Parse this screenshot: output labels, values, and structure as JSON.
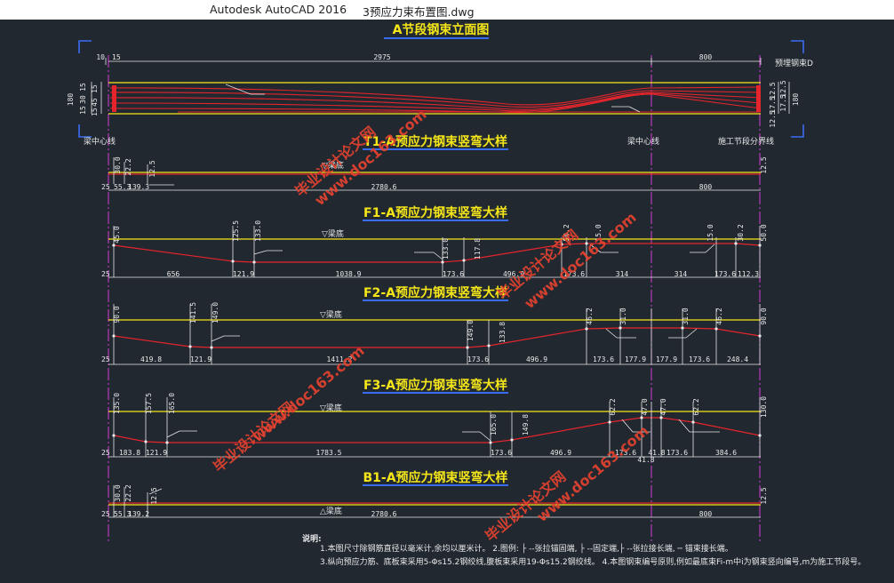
{
  "titlebar": {
    "app": "Autodesk AutoCAD 2016",
    "file": "3预应力束布置图.dwg"
  },
  "elevation": {
    "title": "A节段钢束立面图",
    "top_dims": [
      "10",
      "15",
      "2975",
      "800"
    ],
    "left_dims": [
      "180",
      "15",
      "15",
      "30",
      "45",
      "15",
      "30",
      "15"
    ],
    "right_dims": [
      "12.5",
      "12.5",
      "12.5",
      "17.5",
      "17.5",
      "17.5",
      "180"
    ],
    "labels": {
      "left": "梁中心线",
      "mid": "梁中心线",
      "right": "施工节段分界线",
      "right_top": "预埋钢束D"
    }
  },
  "sections": [
    {
      "title": "T1-A预应力钢束竖弯大样",
      "datum": "▽梁底",
      "verticals": [
        "30.0",
        "22.2",
        "12.5",
        "12.5"
      ],
      "bottom": [
        "25",
        "55.3",
        "139.3",
        "2780.6",
        "800"
      ]
    },
    {
      "title": "F1-A预应力钢束竖弯大样",
      "datum": "▽梁底",
      "verticals": [
        "45.0",
        "125.5",
        "133.0",
        "133.0",
        "117.8",
        "50.2",
        "15.0",
        "15.0",
        "30.2",
        "50.0"
      ],
      "bottom": [
        "25",
        "656",
        "121.9",
        "1038.9",
        "173.6",
        "496.9",
        "173.6",
        "314",
        "314",
        "173.6",
        "112.3"
      ]
    },
    {
      "title": "F2-A预应力钢束竖弯大样",
      "datum": "▽梁底",
      "verticals": [
        "90.0",
        "141.5",
        "149.0",
        "149.0",
        "133.8",
        "46.2",
        "31.0",
        "31.0",
        "46.2",
        "90.0"
      ],
      "bottom": [
        "25",
        "419.8",
        "121.9",
        "1411.2",
        "173.6",
        "496.9",
        "173.6",
        "177.9",
        "177.9",
        "173.6",
        "248.4"
      ]
    },
    {
      "title": "F3-A预应力钢束竖弯大样",
      "datum": "▽梁底",
      "verticals": [
        "135.0",
        "157.5",
        "165.0",
        "165.0",
        "149.8",
        "62.2",
        "47.0",
        "47.0",
        "62.2",
        "130.0"
      ],
      "bottom": [
        "25",
        "183.8",
        "121.9",
        "1783.5",
        "173.6",
        "496.9",
        "173.6",
        "41.8",
        "41.8",
        "173.6",
        "384.6"
      ]
    },
    {
      "title": "B1-A预应力钢束竖弯大样",
      "datum": "△梁底",
      "verticals": [
        "30.0",
        "22.2",
        "12.5",
        "12.5"
      ],
      "bottom": [
        "25",
        "55.3",
        "139.2",
        "2780.6",
        "800"
      ]
    }
  ],
  "notes": {
    "heading": "说明:",
    "line1": "1.本图尺寸除钢筋直径以毫米计,余均以厘米计。 2.图例: ├ --张拉锚固端, ├ --固定端,├ --张拉接长端, ─ 锚束接长端。",
    "line2": "3.纵向预应力筋、底板束采用5-Φs15.2钢绞线,腹板束采用19-Φs15.2钢绞线。 4.本图钢束编号原则,例如最底束Fi-m中i为钢束竖向编号,m为施工节段号。"
  },
  "watermarks": {
    "site_text": "毕业设计论文网",
    "url_text": "www.doc163.com"
  },
  "colors": {
    "background": "#212830",
    "yellow": "#f5e61a",
    "red": "#e5242c",
    "magenta": "#d63ad6",
    "blue": "#3a6cf0",
    "white": "#e8e8e8"
  }
}
